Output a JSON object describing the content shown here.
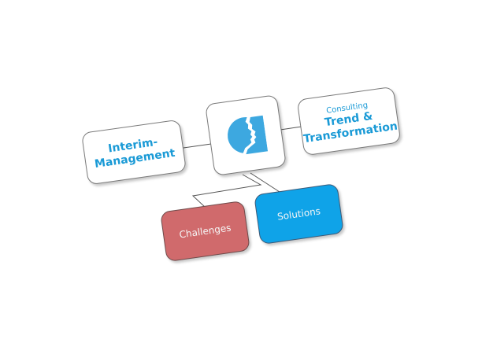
{
  "diagram": {
    "center": {
      "icon": "face-profile-icon",
      "color": "#3da8e0"
    },
    "nodes": {
      "interim": {
        "line1": "Interim-",
        "line2": "Management",
        "color": "#1a9ad6"
      },
      "consulting": {
        "subtitle": "Consulting",
        "line1": "Trend &",
        "line2": "Transformation",
        "color": "#1a9ad6"
      },
      "challenges": {
        "label": "Challenges",
        "color": "#d06a6c"
      },
      "solutions": {
        "label": "Solutions",
        "color": "#0fa3e8"
      }
    },
    "edges": [
      {
        "from": "center",
        "to": "interim"
      },
      {
        "from": "center",
        "to": "consulting"
      },
      {
        "from": "center",
        "to": "challenges"
      },
      {
        "from": "center",
        "to": "solutions"
      }
    ]
  }
}
